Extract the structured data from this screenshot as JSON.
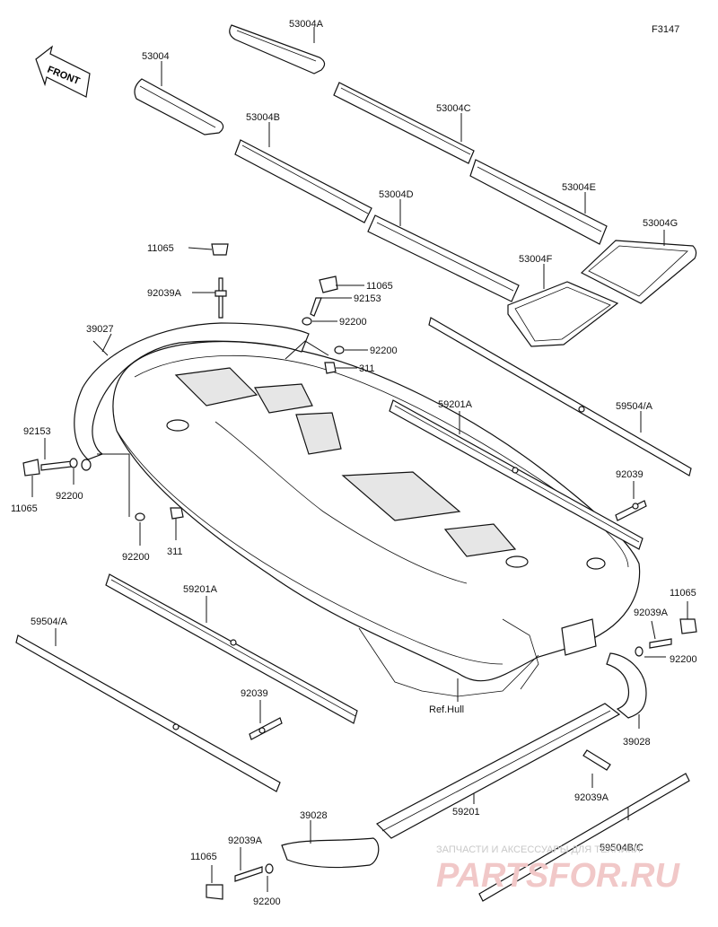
{
  "figure_code": "F3147",
  "front_arrow_label": "FRONT",
  "labels": {
    "l_53004A": "53004A",
    "l_53004": "53004",
    "l_53004B": "53004B",
    "l_53004C": "53004C",
    "l_53004D": "53004D",
    "l_53004E": "53004E",
    "l_53004F": "53004F",
    "l_53004G": "53004G",
    "l_11065_a": "11065",
    "l_92039A_a": "92039A",
    "l_11065_b": "11065",
    "l_92153_a": "92153",
    "l_92200_a": "92200",
    "l_92200_b": "92200",
    "l_311_a": "311",
    "l_39027": "39027",
    "l_92153_b": "92153",
    "l_11065_c": "11065",
    "l_92200_c": "92200",
    "l_92200_d": "92200",
    "l_311_b": "311",
    "l_59201A_a": "59201A",
    "l_59504A_a": "59504/A",
    "l_92039_a": "92039",
    "l_59201A_b": "59201A",
    "l_59504A_b": "59504/A",
    "l_92039_b": "92039",
    "l_11065_d": "11065",
    "l_92039A_b": "92039A",
    "l_92200_e": "92200",
    "l_39028_a": "39028",
    "l_ref_hull": "Ref.Hull",
    "l_92039A_c": "92039A",
    "l_59201": "59201",
    "l_39028_b": "39028",
    "l_92039A_d": "92039A",
    "l_11065_e": "11065",
    "l_92200_f": "92200",
    "l_59504BC": "59504B/C"
  },
  "watermark": {
    "line1": "ЗАПЧАСТИ И АКСЕССУАРЫ ДЛЯ ТЕХНИКИ",
    "line2": "PARTSFOR.RU"
  }
}
